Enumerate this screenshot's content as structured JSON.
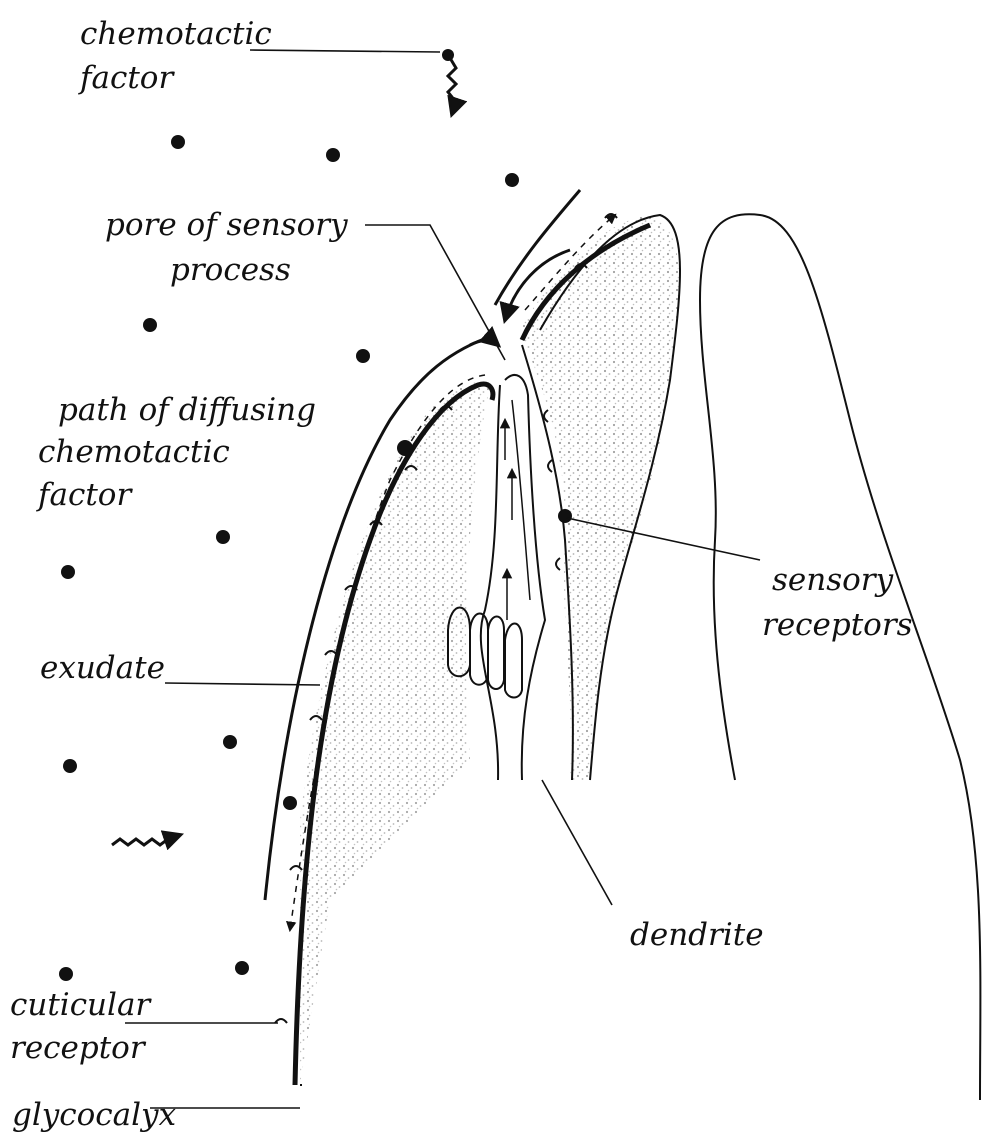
{
  "labels": {
    "chemotactic_factor": [
      "chemotactic",
      "factor"
    ],
    "pore": [
      "pore of sensory",
      "process"
    ],
    "path": [
      "path of diffusing",
      "chemotactic",
      "factor"
    ],
    "exudate": "exudate",
    "cuticular_receptor": [
      "cuticular",
      "receptor"
    ],
    "glycocalyx": "glycocalyx",
    "sensory_receptors": [
      "sensory",
      "receptors"
    ],
    "dendrite": "dendrite"
  },
  "colors": {
    "ink": "#111111",
    "stipple": "#9a9a9a",
    "background": "#ffffff"
  },
  "icons": [
    "molecule-dot-icon",
    "wavy-arrow-icon",
    "receptor-cup-icon"
  ]
}
